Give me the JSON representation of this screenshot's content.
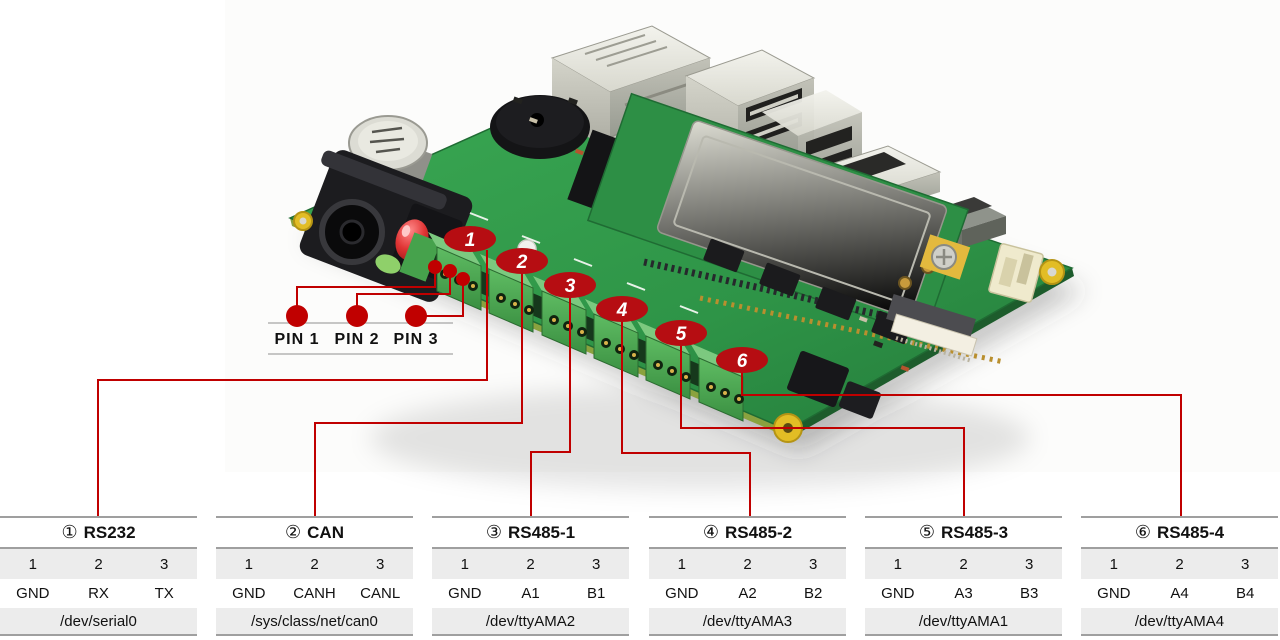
{
  "annotations": {
    "pins": [
      {
        "label": "PIN 1"
      },
      {
        "label": "PIN 2"
      },
      {
        "label": "PIN 3"
      }
    ],
    "callouts": [
      {
        "label": "1"
      },
      {
        "label": "2"
      },
      {
        "label": "3"
      },
      {
        "label": "4"
      },
      {
        "label": "5"
      },
      {
        "label": "6"
      }
    ]
  },
  "tables": [
    {
      "num": "①",
      "name": "RS232",
      "cols": [
        "1",
        "2",
        "3"
      ],
      "signals": [
        "GND",
        "RX",
        "TX"
      ],
      "device": "/dev/serial0"
    },
    {
      "num": "②",
      "name": "CAN",
      "cols": [
        "1",
        "2",
        "3"
      ],
      "signals": [
        "GND",
        "CANH",
        "CANL"
      ],
      "device": "/sys/class/net/can0"
    },
    {
      "num": "③",
      "name": "RS485-1",
      "cols": [
        "1",
        "2",
        "3"
      ],
      "signals": [
        "GND",
        "A1",
        "B1"
      ],
      "device": "/dev/ttyAMA2"
    },
    {
      "num": "④",
      "name": "RS485-2",
      "cols": [
        "1",
        "2",
        "3"
      ],
      "signals": [
        "GND",
        "A2",
        "B2"
      ],
      "device": "/dev/ttyAMA3"
    },
    {
      "num": "⑤",
      "name": "RS485-3",
      "cols": [
        "1",
        "2",
        "3"
      ],
      "signals": [
        "GND",
        "A3",
        "B3"
      ],
      "device": "/dev/ttyAMA1"
    },
    {
      "num": "⑥",
      "name": "RS485-4",
      "cols": [
        "1",
        "2",
        "3"
      ],
      "signals": [
        "GND",
        "A4",
        "B4"
      ],
      "device": "/dev/ttyAMA4"
    }
  ],
  "colors": {
    "annotation_red": "#b60d12",
    "leader_line_red": "#c00000",
    "pcb_green": "#2f9e48",
    "terminal_block_green": "#4fae54",
    "table_border_gray": "#9f9f9f",
    "table_row_gray": "#ececec",
    "mounting_hole_yellow": "#e2bd25",
    "text": "#111111"
  }
}
